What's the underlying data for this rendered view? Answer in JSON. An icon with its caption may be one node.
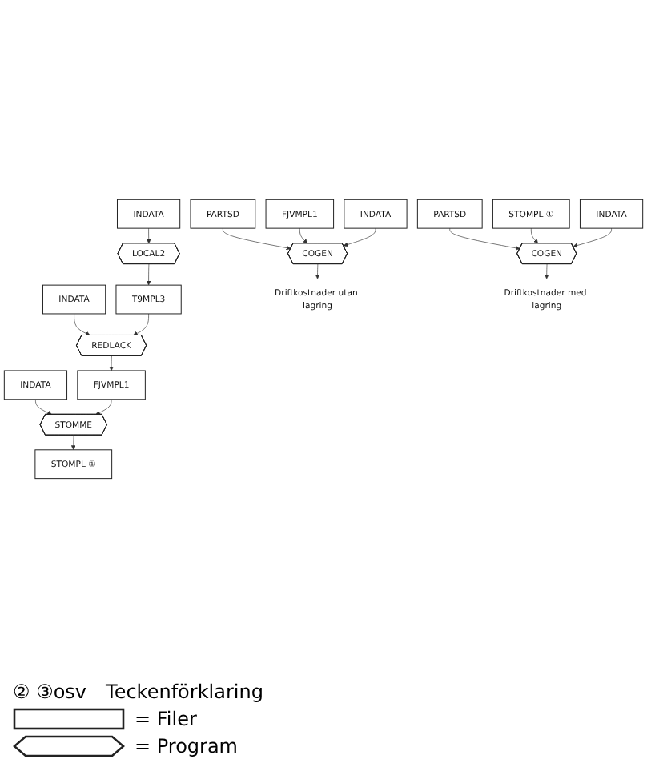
{
  "diagram": {
    "nodes": [
      {
        "text": [
          "INDATA"
        ]
      },
      {
        "text": [
          "LOCAL2"
        ]
      },
      {
        "text": [
          "T9MPL3"
        ]
      },
      {
        "text": [
          "INDATA"
        ]
      },
      {
        "text": [
          "REDLACK"
        ]
      },
      {
        "text": [
          "FJVMPL1"
        ]
      },
      {
        "text": [
          "INDATA"
        ]
      },
      {
        "text": [
          "STOMME"
        ]
      },
      {
        "text": [
          "STOMPL ①"
        ]
      },
      {
        "text": [
          "PARTSD"
        ]
      },
      {
        "text": [
          "FJVMPL1"
        ]
      },
      {
        "text": [
          "INDATA"
        ]
      },
      {
        "text": [
          "COGEN"
        ]
      },
      {
        "text": [
          "Driftkostnader utan lagring"
        ]
      },
      {
        "text": [
          "PARTSD"
        ]
      },
      {
        "text": [
          "STOMPL ①"
        ]
      },
      {
        "text": [
          "INDATA"
        ]
      },
      {
        "text": [
          "COGEN"
        ]
      },
      {
        "text": [
          "Driftkostnader med lagring"
        ]
      }
    ],
    "edges": [
      {
        "from": 0,
        "to": 1,
        "arrow": "to"
      },
      {
        "from": 1,
        "to": 2,
        "arrow": "to"
      },
      {
        "from": 3,
        "to": 4,
        "arrow": "to"
      },
      {
        "from": 2,
        "to": 4,
        "arrow": "to"
      },
      {
        "from": 4,
        "to": 5,
        "arrow": "to"
      },
      {
        "from": 6,
        "to": 7,
        "arrow": "to"
      },
      {
        "from": 5,
        "to": 7,
        "arrow": "to"
      },
      {
        "from": 7,
        "to": 8,
        "arrow": "to"
      },
      {
        "from": 9,
        "to": 12,
        "arrow": "to"
      },
      {
        "from": 10,
        "to": 12,
        "arrow": "to"
      },
      {
        "from": 11,
        "to": 12,
        "arrow": "to"
      },
      {
        "from": 12,
        "to": 13,
        "arrow": "to"
      },
      {
        "from": 14,
        "to": 17,
        "arrow": "to"
      },
      {
        "from": 15,
        "to": 17,
        "arrow": "to"
      },
      {
        "from": 16,
        "to": 17,
        "arrow": "to"
      },
      {
        "from": 17,
        "to": 18,
        "arrow": "to"
      }
    ],
    "labels": [
      "② ③osv",
      "Teckenförklaring"
    ],
    "legend": [
      {
        "text": "= Filer"
      },
      {
        "text": "= Program"
      }
    ]
  }
}
